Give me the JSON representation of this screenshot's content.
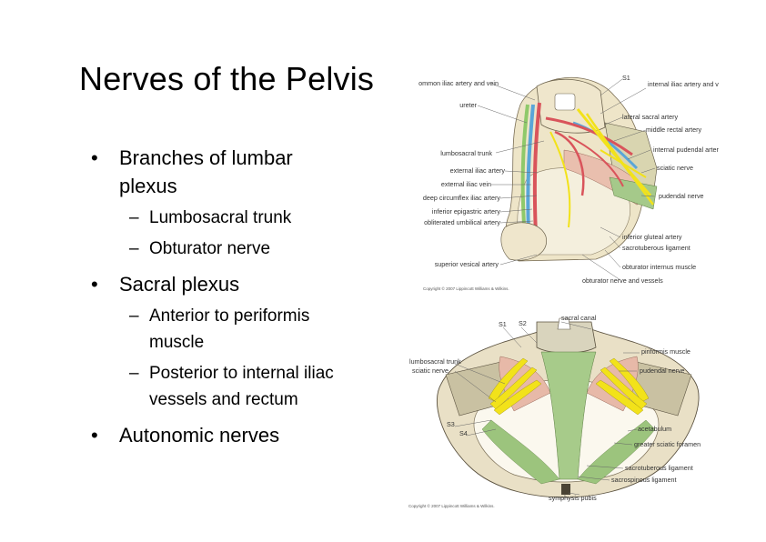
{
  "slide": {
    "title": "Nerves of the Pelvis",
    "bullets": [
      {
        "text": "Branches of lumbar plexus",
        "lines": [
          "Branches of lumbar",
          "plexus"
        ],
        "sub": [
          {
            "lines": [
              "Lumbosacral trunk"
            ]
          },
          {
            "lines": [
              "Obturator nerve"
            ]
          }
        ]
      },
      {
        "text": "Sacral plexus",
        "lines": [
          "Sacral plexus"
        ],
        "sub": [
          {
            "lines": [
              "Anterior to periformis",
              "muscle"
            ]
          },
          {
            "lines": [
              "Posterior to internal iliac",
              "vessels and rectum"
            ]
          }
        ]
      },
      {
        "text": "Autonomic nerves",
        "lines": [
          "Autonomic nerves"
        ],
        "sub": []
      }
    ]
  },
  "figure_top": {
    "labels_left": [
      "common iliac artery and vein",
      "ureter",
      "lumbosacral trunk",
      "external iliac artery",
      "external iliac vein",
      "deep circumflex iliac artery",
      "inferior epigastric artery",
      "obliterated umbilical artery",
      "superior vesical artery"
    ],
    "labels_right": [
      "S1",
      "internal iliac artery and vein",
      "lateral sacral artery",
      "middle rectal artery",
      "internal pudendal artery",
      "sciatic nerve",
      "pudendal nerve",
      "inferior gluteal artery",
      "sacrotuberous ligament",
      "obturator internus muscle",
      "obturator nerve and vessels"
    ],
    "copyright": "Copyright © 2007 Lippincott Williams & Wilkins."
  },
  "figure_bottom": {
    "labels_left": [
      "S1",
      "S2",
      "lumbosacral trunk",
      "sciatic nerve",
      "S3",
      "S4"
    ],
    "labels_right": [
      "sacral canal",
      "piriformis muscle",
      "pudendal nerve",
      "acetabulum",
      "greater sciatic foramen",
      "sacrotuberous ligament",
      "sacrospinous ligament",
      "symphysis pubis"
    ],
    "copyright": "Copyright © 2007 Lippincott Williams & Wilkins."
  },
  "colors": {
    "nerve": "#f2e21a",
    "artery": "#d9545b",
    "vein": "#5aa6d8",
    "ureter": "#8fc96a",
    "muscle": "#e7b9a8",
    "bone": "#e9e0c6",
    "ligament": "#9cc47d"
  }
}
